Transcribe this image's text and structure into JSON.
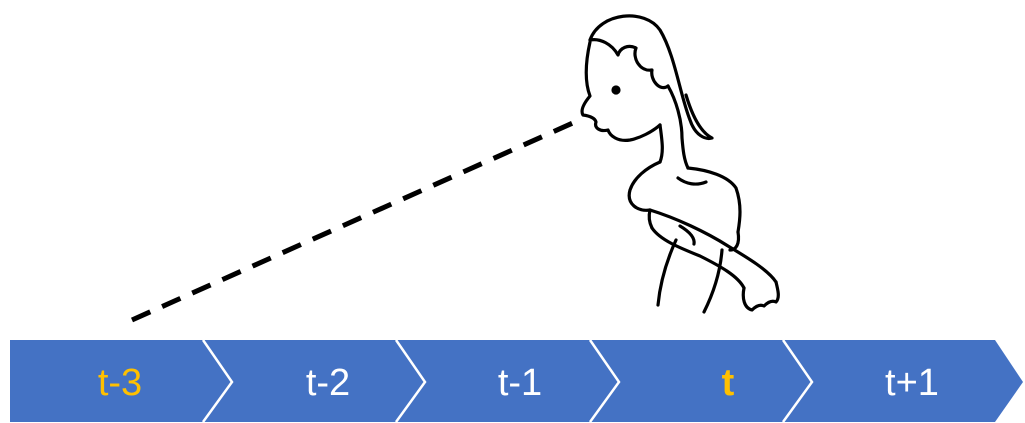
{
  "timeline": {
    "segments": [
      {
        "label": "t-3",
        "color": "#ffc000",
        "bold": false
      },
      {
        "label": "t-2",
        "color": "#ffffff",
        "bold": false
      },
      {
        "label": "t-1",
        "color": "#ffffff",
        "bold": false
      },
      {
        "label": "t",
        "color": "#ffc000",
        "bold": true
      },
      {
        "label": "t+1",
        "color": "#ffffff",
        "bold": false
      }
    ],
    "bar_color": "#4472c4",
    "separator_color": "#ffffff"
  },
  "illustration": {
    "figure_icon": "person-looking-back-icon",
    "gaze_line_style": "dashed"
  }
}
